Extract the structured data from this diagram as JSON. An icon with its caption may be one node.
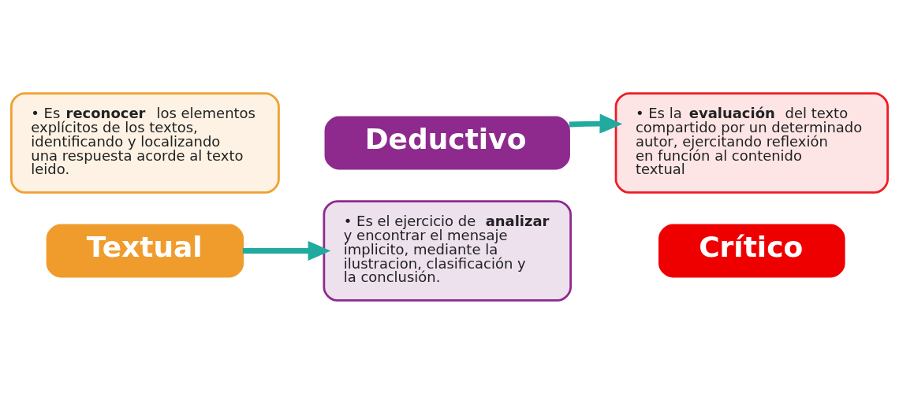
{
  "diagram": {
    "nodes": [
      {
        "text": [
          "• Es **reconocer** los elementos explícitos de los textos, identificando y localizando una respuesta acorde al texto leido."
        ]
      },
      {
        "text": [
          "Textual"
        ]
      },
      {
        "text": [
          "Deductivo"
        ]
      },
      {
        "text": [
          "• Es el ejercicio de **analizar** y encontrar el mensaje implicito, mediante la ilustracion, clasificación y la conclusión."
        ]
      },
      {
        "text": [
          "• Es la **evaluación** del texto compartido por un determinado autor, ejercitando reflexión en función al contenido textual"
        ]
      },
      {
        "text": [
          "Crítico"
        ]
      }
    ],
    "edges": [
      {
        "from": 1,
        "to": 3,
        "arrow": "to"
      },
      {
        "from": 2,
        "to": 4,
        "arrow": "to"
      }
    ]
  }
}
